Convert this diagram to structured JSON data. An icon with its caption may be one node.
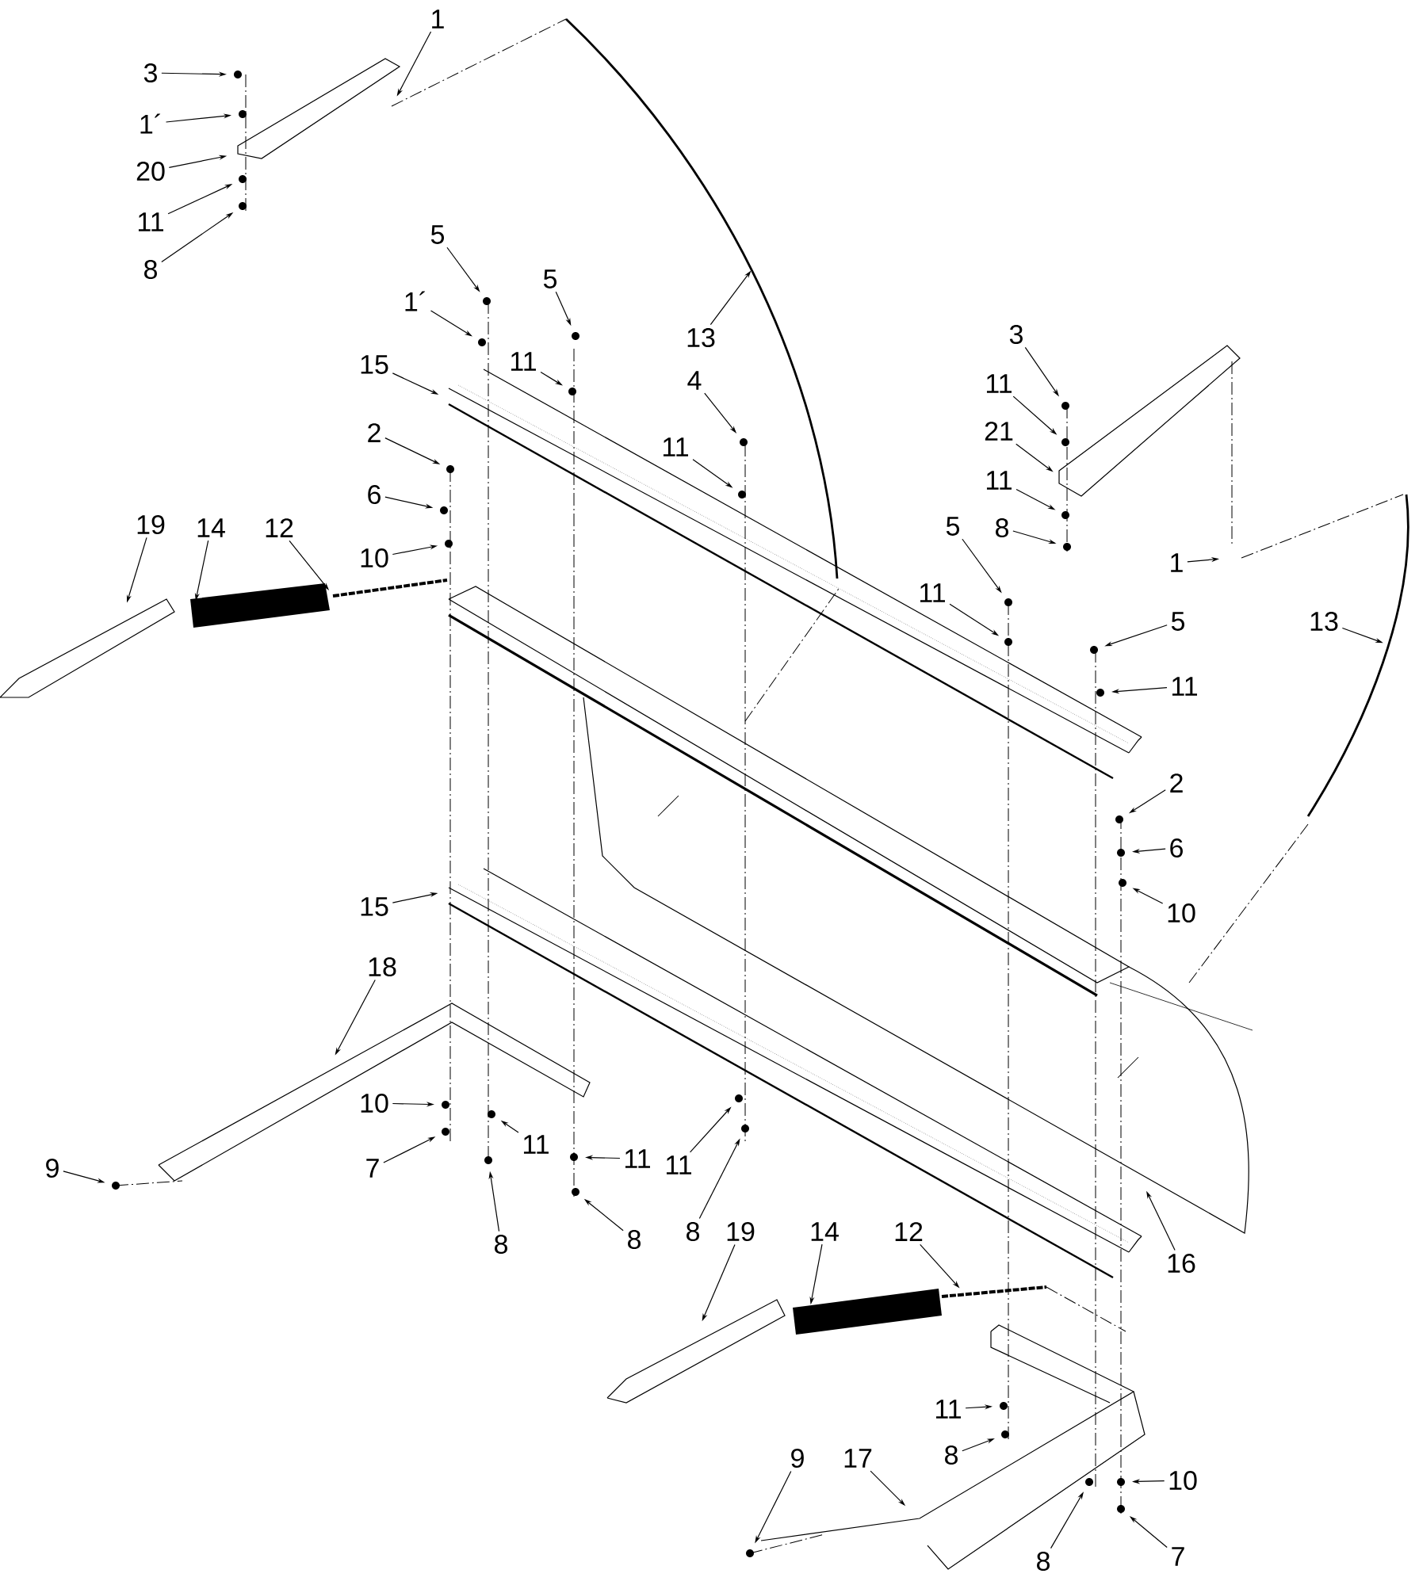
{
  "diagram": {
    "nodes": [
      {
        "text": [
          "1"
        ]
      },
      {
        "text": [
          "3"
        ]
      },
      {
        "text": [
          "1´"
        ]
      },
      {
        "text": [
          "20"
        ]
      },
      {
        "text": [
          "11"
        ]
      },
      {
        "text": [
          "8"
        ]
      },
      {
        "text": [
          "5"
        ]
      },
      {
        "text": [
          "1´"
        ]
      },
      {
        "text": [
          "5"
        ]
      },
      {
        "text": [
          "11"
        ]
      },
      {
        "text": [
          "13"
        ]
      },
      {
        "text": [
          "15"
        ]
      },
      {
        "text": [
          "4"
        ]
      },
      {
        "text": [
          "11"
        ]
      },
      {
        "text": [
          "2"
        ]
      },
      {
        "text": [
          "6"
        ]
      },
      {
        "text": [
          "10"
        ]
      },
      {
        "text": [
          "19"
        ]
      },
      {
        "text": [
          "14"
        ]
      },
      {
        "text": [
          "12"
        ]
      },
      {
        "text": [
          "3"
        ]
      },
      {
        "text": [
          "11"
        ]
      },
      {
        "text": [
          "21"
        ]
      },
      {
        "text": [
          "11"
        ]
      },
      {
        "text": [
          "8"
        ]
      },
      {
        "text": [
          "1"
        ]
      },
      {
        "text": [
          "5"
        ]
      },
      {
        "text": [
          "11"
        ]
      },
      {
        "text": [
          "13"
        ]
      },
      {
        "text": [
          "5"
        ]
      },
      {
        "text": [
          "11"
        ]
      },
      {
        "text": [
          "2"
        ]
      },
      {
        "text": [
          "6"
        ]
      },
      {
        "text": [
          "10"
        ]
      },
      {
        "text": [
          "15"
        ]
      },
      {
        "text": [
          "18"
        ]
      },
      {
        "text": [
          "16"
        ]
      },
      {
        "text": [
          "10"
        ]
      },
      {
        "text": [
          "7"
        ]
      },
      {
        "text": [
          "9"
        ]
      },
      {
        "text": [
          "11"
        ]
      },
      {
        "text": [
          "11"
        ]
      },
      {
        "text": [
          "11"
        ]
      },
      {
        "text": [
          "8"
        ]
      },
      {
        "text": [
          "8"
        ]
      },
      {
        "text": [
          "8"
        ]
      },
      {
        "text": [
          "19"
        ]
      },
      {
        "text": [
          "14"
        ]
      },
      {
        "text": [
          "12"
        ]
      },
      {
        "text": [
          "11"
        ]
      },
      {
        "text": [
          "8"
        ]
      },
      {
        "text": [
          "9"
        ]
      },
      {
        "text": [
          "17"
        ]
      },
      {
        "text": [
          "8"
        ]
      },
      {
        "text": [
          "10"
        ]
      },
      {
        "text": [
          "7"
        ]
      }
    ],
    "edges": [
      {
        "from": 0,
        "to": null,
        "arrow": "to"
      },
      {
        "from": 1,
        "to": null,
        "arrow": "to"
      },
      {
        "from": 2,
        "to": null,
        "arrow": "to"
      },
      {
        "from": 3,
        "to": null,
        "arrow": "to"
      },
      {
        "from": 4,
        "to": null,
        "arrow": "to"
      },
      {
        "from": 5,
        "to": null,
        "arrow": "to"
      },
      {
        "from": 6,
        "to": null,
        "arrow": "to"
      },
      {
        "from": 7,
        "to": null,
        "arrow": "to"
      },
      {
        "from": 8,
        "to": null,
        "arrow": "to"
      },
      {
        "from": 9,
        "to": null,
        "arrow": "to"
      },
      {
        "from": 10,
        "to": null,
        "arrow": "to"
      },
      {
        "from": 11,
        "to": null,
        "arrow": "to"
      },
      {
        "from": 12,
        "to": null,
        "arrow": "to"
      },
      {
        "from": 13,
        "to": null,
        "arrow": "to"
      },
      {
        "from": 14,
        "to": null,
        "arrow": "to"
      },
      {
        "from": 15,
        "to": null,
        "arrow": "to"
      },
      {
        "from": 16,
        "to": null,
        "arrow": "to"
      },
      {
        "from": 17,
        "to": null,
        "arrow": "to"
      },
      {
        "from": 18,
        "to": null,
        "arrow": "to"
      },
      {
        "from": 19,
        "to": null,
        "arrow": "to"
      },
      {
        "from": 20,
        "to": null,
        "arrow": "to"
      },
      {
        "from": 21,
        "to": null,
        "arrow": "to"
      },
      {
        "from": 22,
        "to": null,
        "arrow": "to"
      },
      {
        "from": 23,
        "to": null,
        "arrow": "to"
      },
      {
        "from": 24,
        "to": null,
        "arrow": "to"
      },
      {
        "from": 25,
        "to": null,
        "arrow": "to"
      },
      {
        "from": 26,
        "to": null,
        "arrow": "to"
      },
      {
        "from": 27,
        "to": null,
        "arrow": "to"
      },
      {
        "from": 28,
        "to": null,
        "arrow": "to"
      },
      {
        "from": 29,
        "to": null,
        "arrow": "to"
      },
      {
        "from": 30,
        "to": null,
        "arrow": "to"
      },
      {
        "from": 31,
        "to": null,
        "arrow": "to"
      },
      {
        "from": 32,
        "to": null,
        "arrow": "to"
      },
      {
        "from": 33,
        "to": null,
        "arrow": "to"
      },
      {
        "from": 34,
        "to": null,
        "arrow": "to"
      },
      {
        "from": 35,
        "to": null,
        "arrow": "to"
      },
      {
        "from": 36,
        "to": null,
        "arrow": "to"
      },
      {
        "from": 37,
        "to": null,
        "arrow": "to"
      },
      {
        "from": 38,
        "to": null,
        "arrow": "to"
      },
      {
        "from": 39,
        "to": null,
        "arrow": "to"
      },
      {
        "from": 40,
        "to": null,
        "arrow": "to"
      },
      {
        "from": 41,
        "to": null,
        "arrow": "to"
      },
      {
        "from": 42,
        "to": null,
        "arrow": "to"
      },
      {
        "from": 43,
        "to": null,
        "arrow": "to"
      },
      {
        "from": 44,
        "to": null,
        "arrow": "to"
      },
      {
        "from": 45,
        "to": null,
        "arrow": "to"
      },
      {
        "from": 46,
        "to": null,
        "arrow": "to"
      },
      {
        "from": 47,
        "to": null,
        "arrow": "to"
      },
      {
        "from": 48,
        "to": null,
        "arrow": "to"
      },
      {
        "from": 49,
        "to": null,
        "arrow": "to"
      },
      {
        "from": 50,
        "to": null,
        "arrow": "to"
      },
      {
        "from": 51,
        "to": null,
        "arrow": "to"
      },
      {
        "from": 52,
        "to": null,
        "arrow": "to"
      },
      {
        "from": 53,
        "to": null,
        "arrow": "to"
      },
      {
        "from": 54,
        "to": null,
        "arrow": "to"
      },
      {
        "from": 55,
        "to": null,
        "arrow": "to"
      }
    ]
  }
}
